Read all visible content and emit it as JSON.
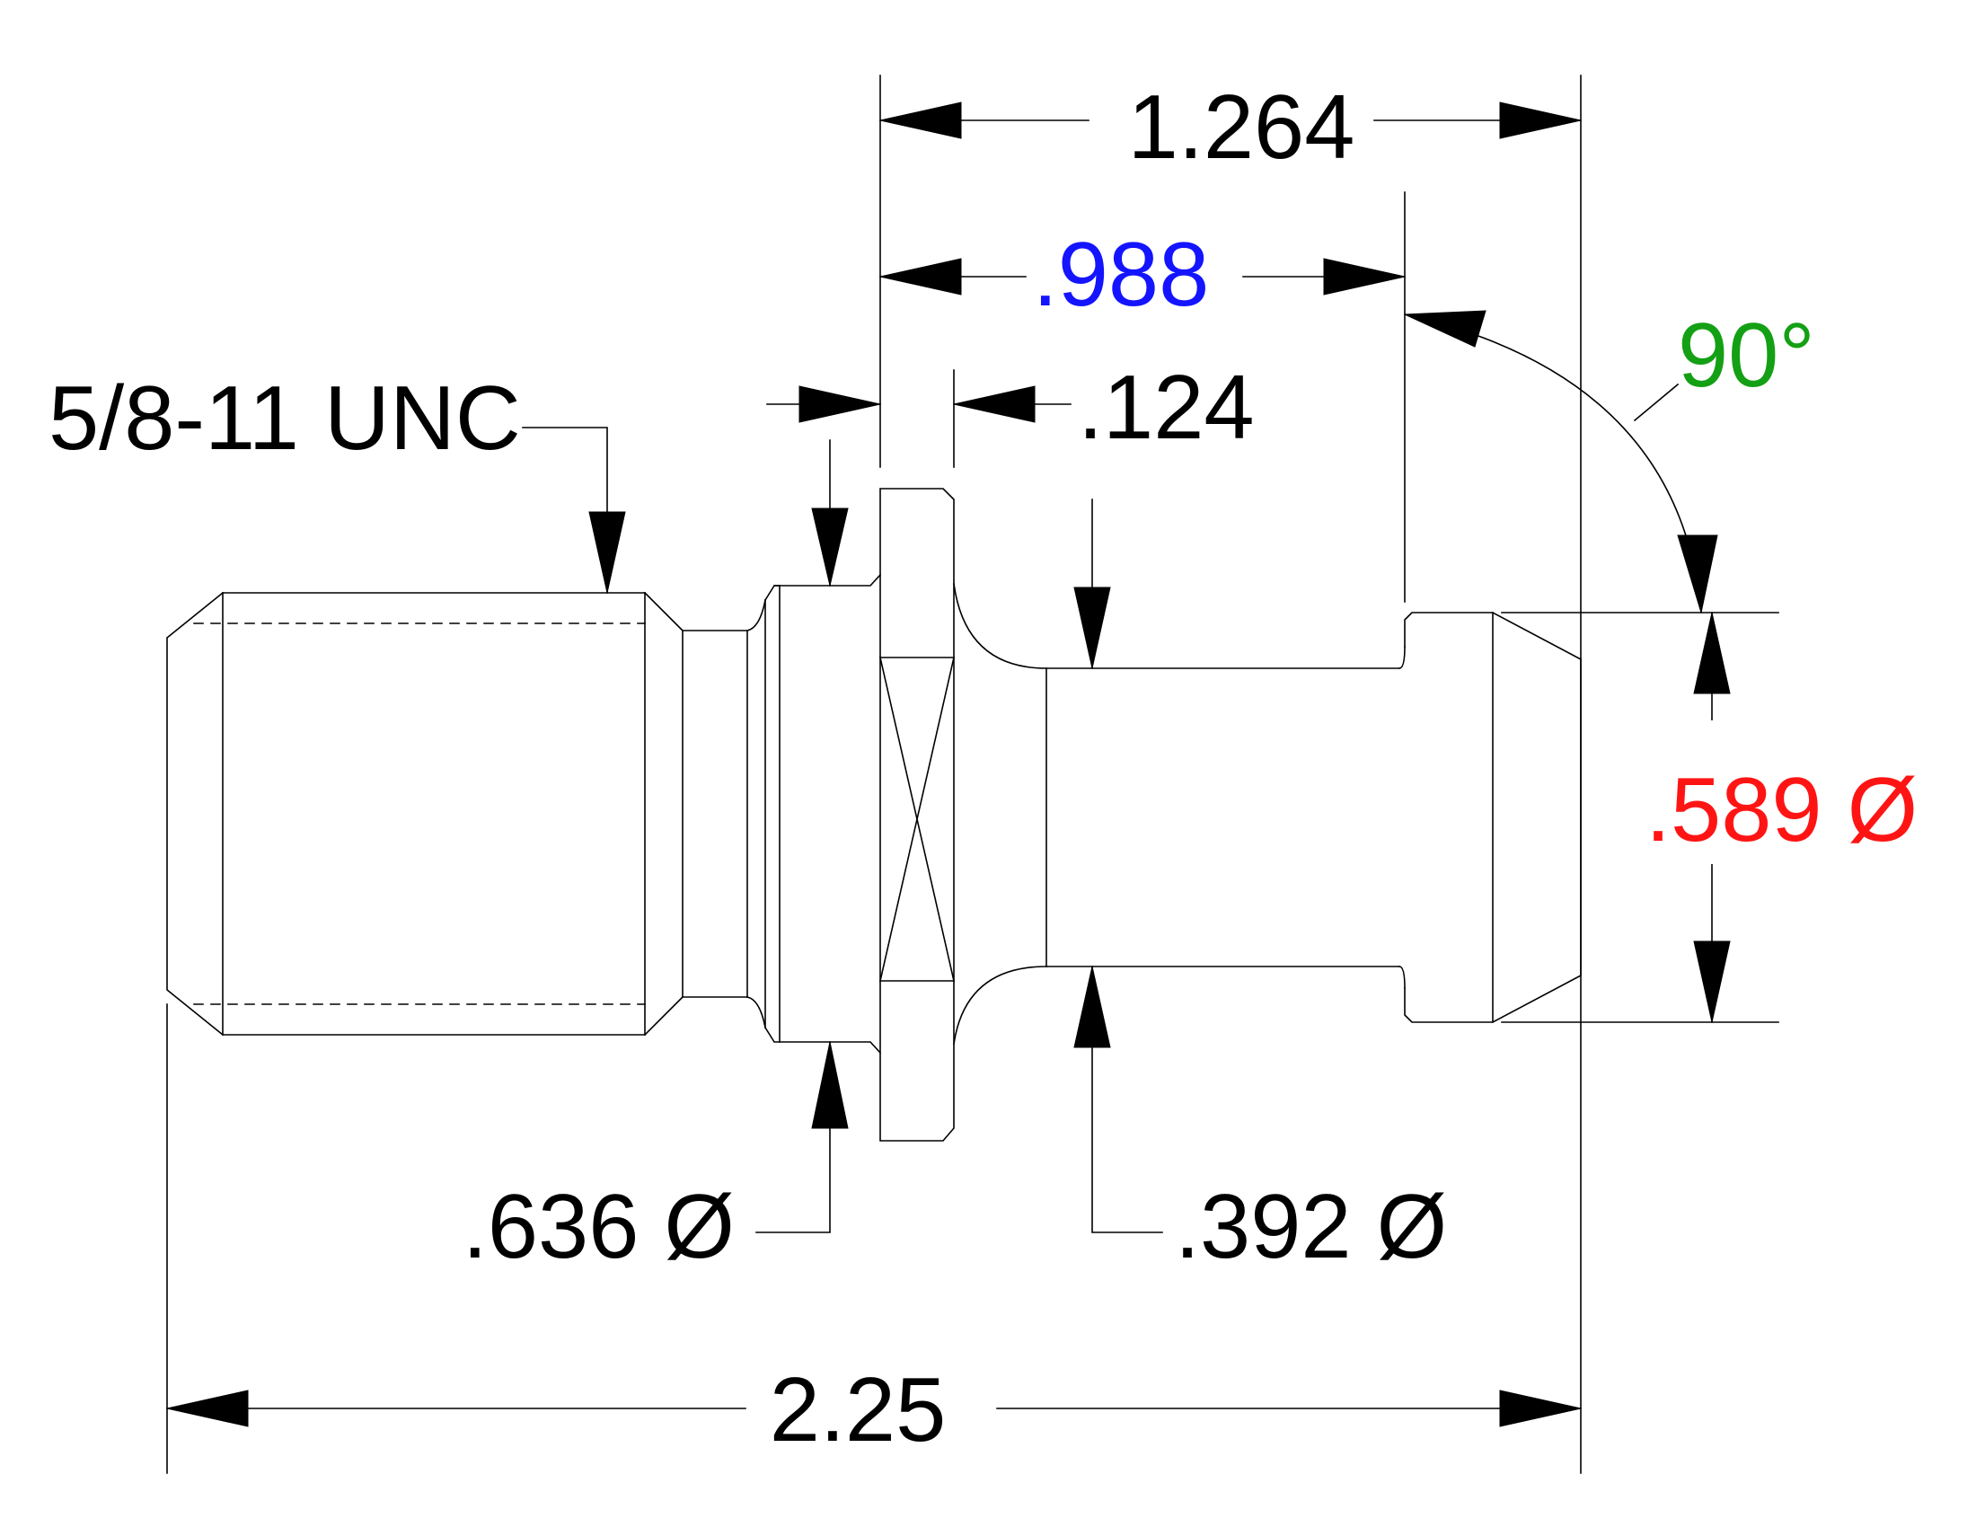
{
  "dimensions": {
    "overall_length": "2.25",
    "head_to_end": "1.264",
    "flange_to_neck_end": ".988",
    "flange_width": ".124",
    "cone_angle": "90°",
    "head_diameter": ".589 Ø",
    "shoulder_diameter": ".636 Ø",
    "neck_diameter": ".392 Ø",
    "thread_callout": "5/8-11 UNC"
  },
  "colors": {
    "lines": "#000000",
    "flange_to_neck_end": "#1414ff",
    "cone_angle": "#14a014",
    "head_diameter": "#ff1414"
  }
}
